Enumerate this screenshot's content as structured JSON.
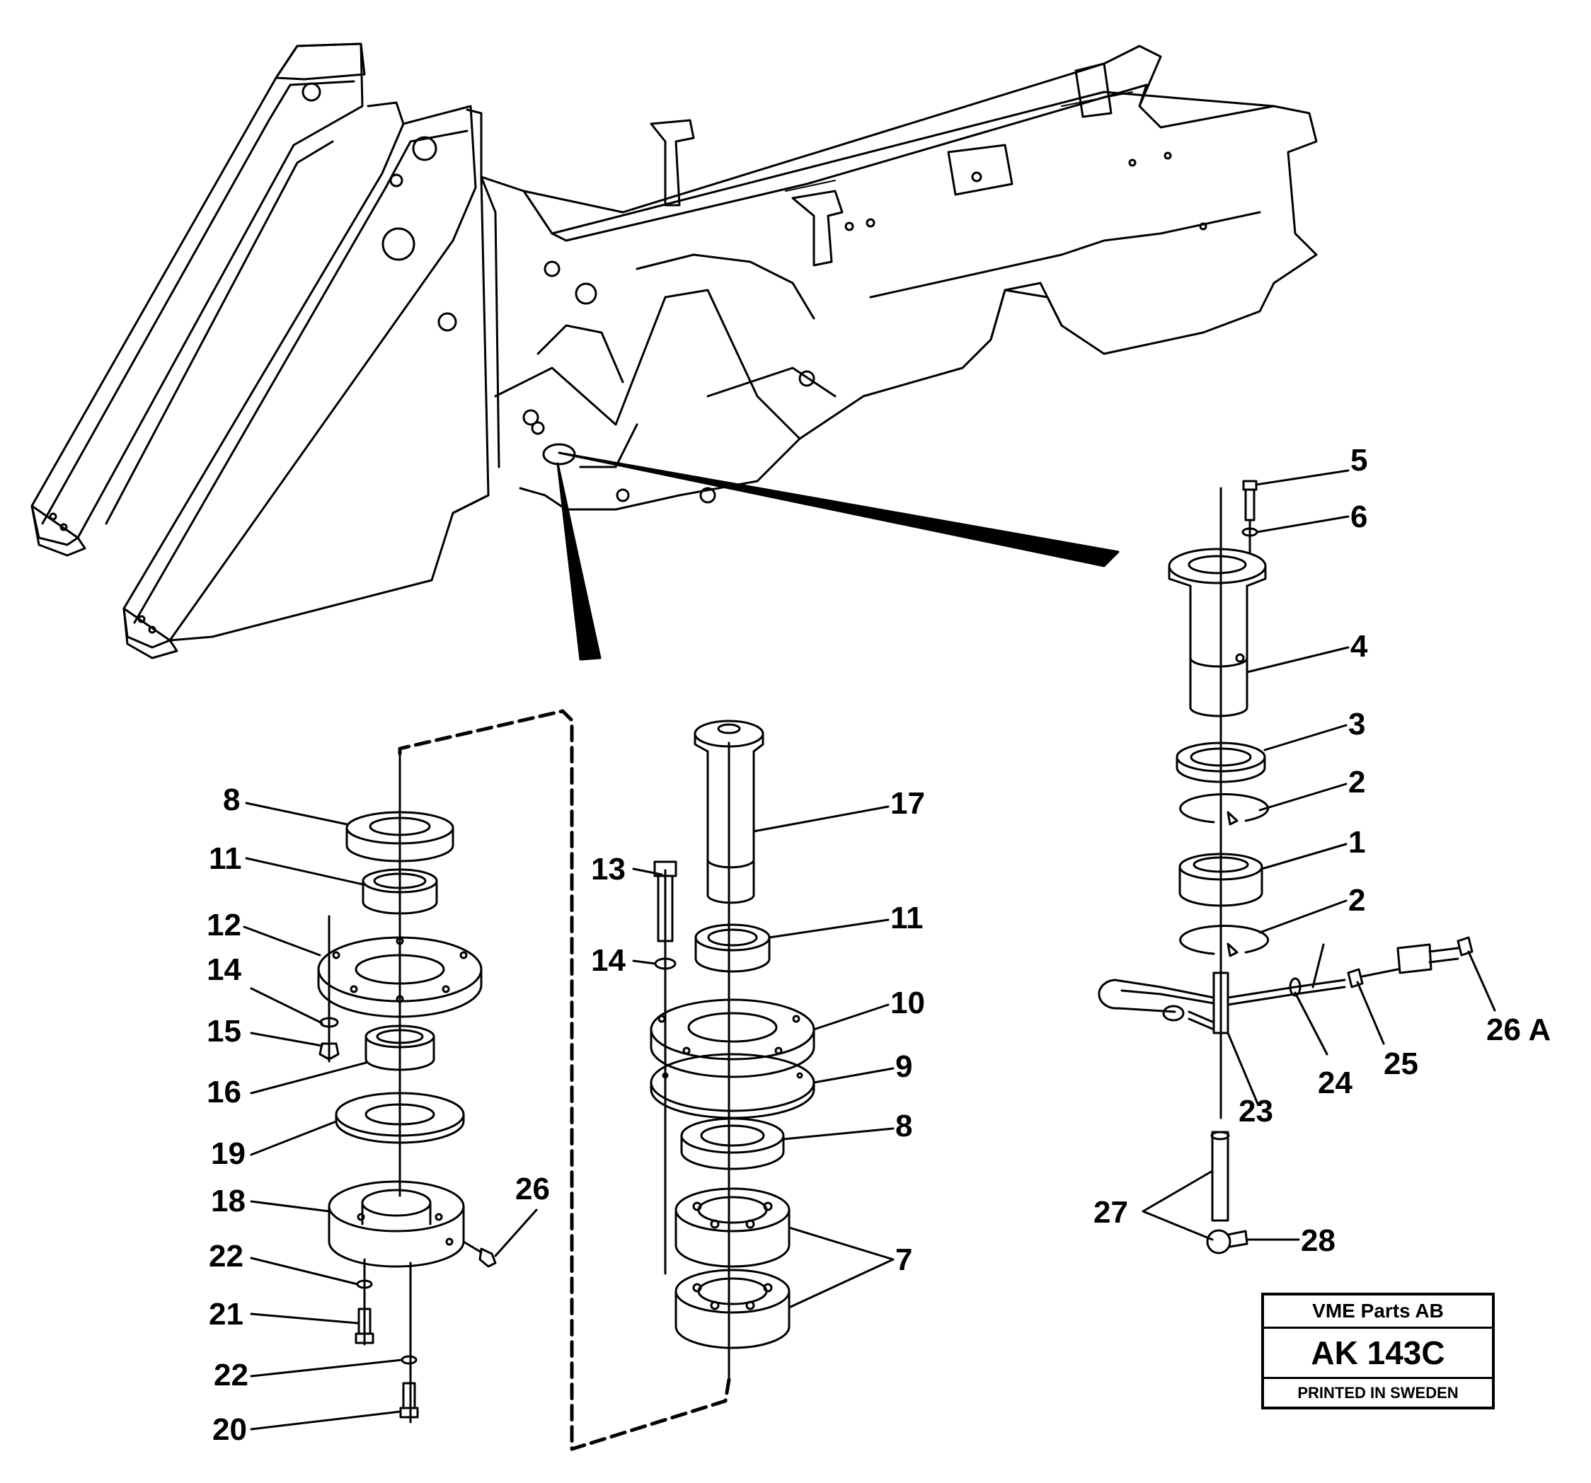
{
  "labels": {
    "n1": "1",
    "n2a": "2",
    "n2b": "2",
    "n3": "3",
    "n4": "4",
    "n5": "5",
    "n6": "6",
    "n7": "7",
    "n8a": "8",
    "n8b": "8",
    "n9": "9",
    "n10": "10",
    "n11a": "11",
    "n11b": "11",
    "n12": "12",
    "n13": "13",
    "n14a": "14",
    "n14b": "14",
    "n15": "15",
    "n16": "16",
    "n17": "17",
    "n18": "18",
    "n19": "19",
    "n20": "20",
    "n21": "21",
    "n22a": "22",
    "n22b": "22",
    "n23": "23",
    "n24": "24",
    "n25": "25",
    "n26": "26",
    "n26a": "26 A",
    "n27": "27",
    "n28": "28"
  },
  "stamp": {
    "company": "VME Parts AB",
    "code": "AK 143C",
    "footer": "PRINTED IN SWEDEN"
  }
}
